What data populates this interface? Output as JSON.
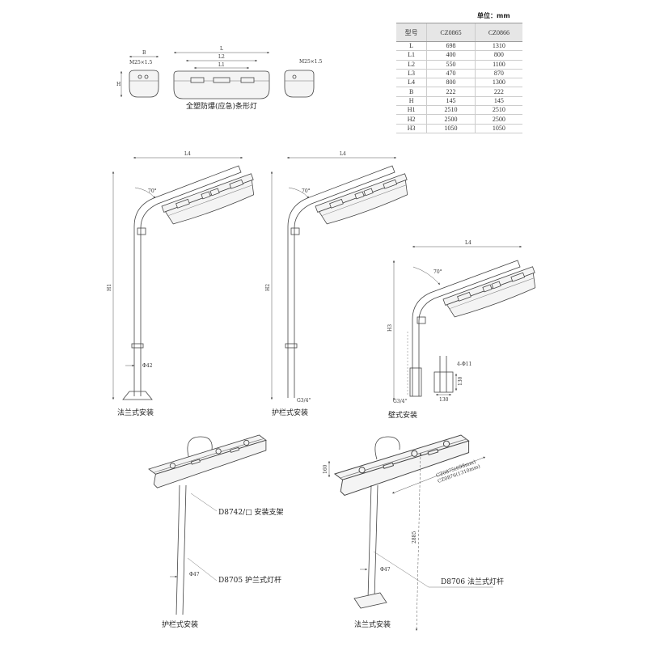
{
  "unit_label": "单位：mm",
  "table": {
    "headers": [
      "型号",
      "CZ0865",
      "CZ0866"
    ],
    "rows": [
      [
        "L",
        "698",
        "1310"
      ],
      [
        "L1",
        "400",
        "800"
      ],
      [
        "L2",
        "550",
        "1100"
      ],
      [
        "L3",
        "470",
        "870"
      ],
      [
        "L4",
        "800",
        "1300"
      ],
      [
        "B",
        "222",
        "222"
      ],
      [
        "H",
        "145",
        "145"
      ],
      [
        "H1",
        "2510",
        "2510"
      ],
      [
        "H2",
        "2500",
        "2500"
      ],
      [
        "H3",
        "1050",
        "1050"
      ]
    ]
  },
  "top_view": {
    "caption": "全塑防爆(应急)条形灯",
    "dim_B": "B",
    "dim_H": "H",
    "dim_L": "L",
    "dim_L1": "L1",
    "dim_L2": "L2",
    "thread_left": "M25×1.5",
    "thread_right": "M25×1.5"
  },
  "flange_mount": {
    "caption": "法兰式安装",
    "dim_L4": "L4",
    "dim_H1": "H1",
    "angle": "70°",
    "diameter": "Φ42"
  },
  "guardrail_mount": {
    "caption": "护栏式安装",
    "dim_L4": "L4",
    "dim_H2": "H2",
    "angle": "70°",
    "thread": "G3/4\""
  },
  "wall_mount": {
    "caption": "壁式安装",
    "dim_L4": "L4",
    "dim_H3": "H3",
    "angle": "70°",
    "thread": "G3/4\"",
    "holes": "4-Φ11",
    "plate_h": "130",
    "plate_w": "130"
  },
  "iso_guardrail": {
    "caption": "护栏式安装",
    "bracket": "D8742/□ 安装支架",
    "pole": "D8705 护兰式灯杆",
    "diameter": "Φ47"
  },
  "iso_flange": {
    "caption": "法兰式安装",
    "pole": "D8706 法兰式灯杆",
    "diameter": "Φ47",
    "height": "2885",
    "lamp_h": "160",
    "len_a": "CZ0875(698mm)",
    "len_b": "CZ0876(1310mm)"
  }
}
